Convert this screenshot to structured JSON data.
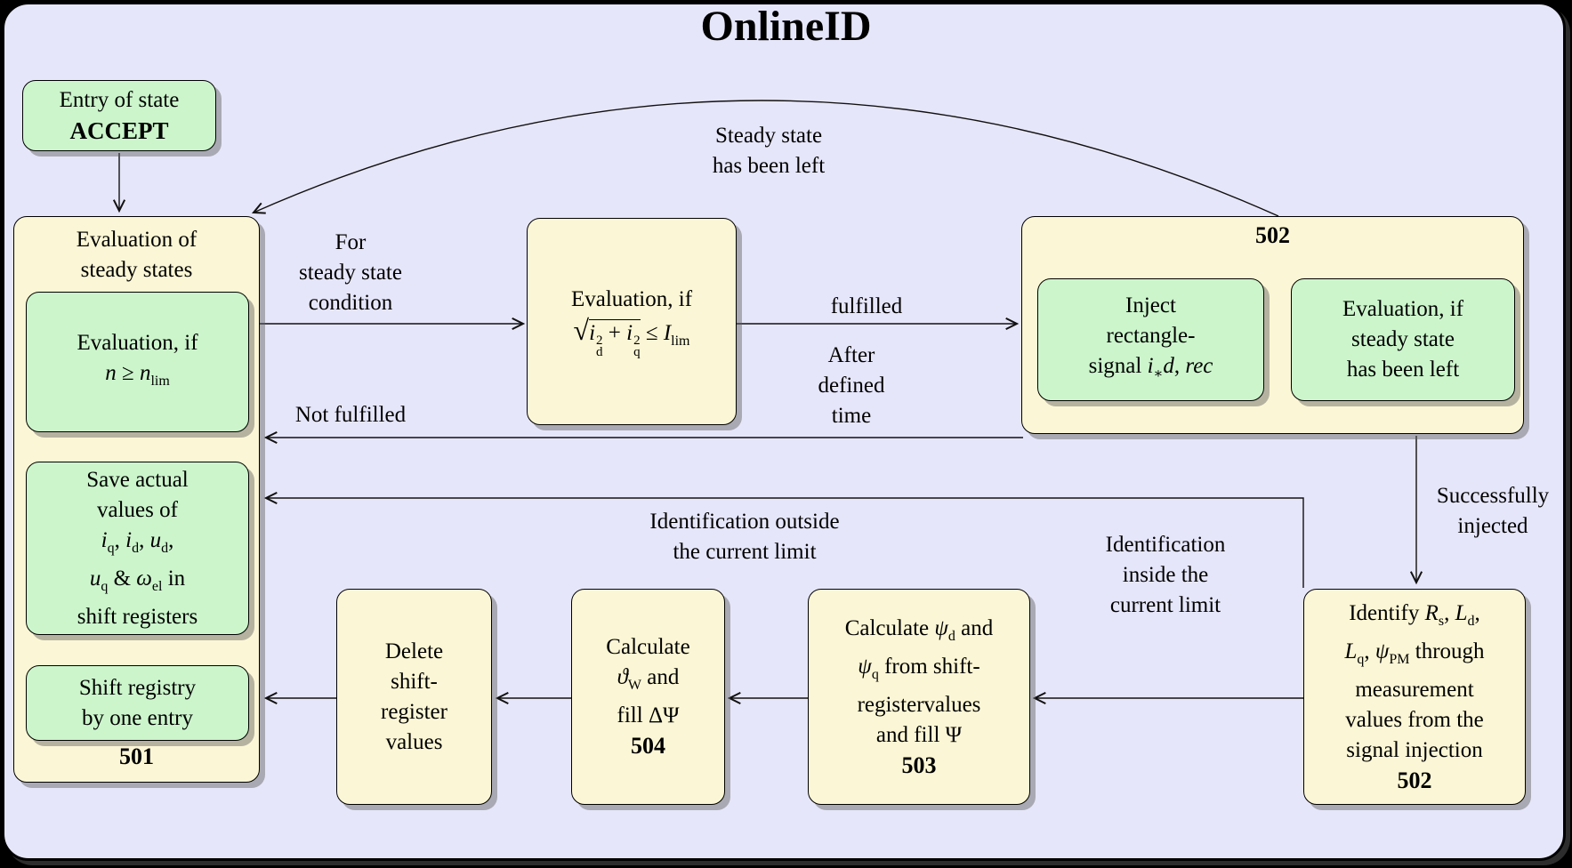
{
  "title": "OnlineID",
  "colors": {
    "background": "#E6E6FA",
    "box_yellow": "#FBF6D5",
    "box_green": "#CCF5CC",
    "border": "#000000"
  },
  "nodes": {
    "entry_accept": {
      "line1": "Entry of state",
      "line2": "ACCEPT"
    },
    "steady_states": {
      "title": "Evaluation of<br>steady states",
      "number": "501",
      "eval_speed": "Evaluation, if<br><i>n</i> ≥ <i>n</i><sub>lim</sub>",
      "save_values": "Save actual<br>values of<br><i>i</i><sub>q</sub>, <i>i</i><sub>d</sub>, <i>u</i><sub>d</sub>,<br><i>u</i><sub>q</sub> &amp; <i>ω</i><sub>el</sub> in<br>shift registers",
      "shift_registry": "Shift registry<br>by one entry"
    },
    "current_limit_eval": {
      "line1": "Evaluation, if",
      "formula": "<span class=\"sq\">√</span><span class=\"rad\"><i>i</i><span class=\"stk\"><span>2</span><span>d</span></span> + <i>i</i><span class=\"stk\"><span>2</span><span>q</span></span></span> ≤ <i>I</i><sub>lim</sub>"
    },
    "signal_injection": {
      "number": "502",
      "inject": "Inject<br>rectangle-<br>signal <i>i</i><sub>∗</sub><i>d</i>, <i>rec</i>",
      "steady_eval": "Evaluation, if<br>steady state<br>has been left"
    },
    "identify": {
      "text": "Identify <i>R</i><sub>s</sub>, <i>L</i><sub>d</sub>,<br><i>L</i><sub>q</sub>, <i>ψ</i><sub>PM</sub> through<br>measurement<br>values from the<br>signal injection",
      "number": "502"
    },
    "calc_flux": {
      "text": "Calculate <i>ψ</i><sub>d</sub> and<br><i>ψ</i><sub>q</sub> from shift-<br>registervalues<br>and fill Ψ",
      "number": "503"
    },
    "calc_theta": {
      "text": "Calculate<br><i>ϑ</i><sub>W</sub> and<br>fill ΔΨ",
      "number": "504"
    },
    "delete_registers": {
      "text": "Delete<br>shift-<br>register<br>values"
    }
  },
  "edge_labels": {
    "steady_state_left": "Steady state<br>has been left",
    "for_steady_state": "For<br>steady state<br>condition",
    "fulfilled": "fulfilled",
    "after_defined_time": "After<br>defined<br>time",
    "not_fulfilled": "Not fulfilled",
    "identification_outside": "Identification outside<br>the current limit",
    "identification_inside": "Identification<br>inside the<br>current limit",
    "successfully_injected": "Successfully<br>injected"
  }
}
